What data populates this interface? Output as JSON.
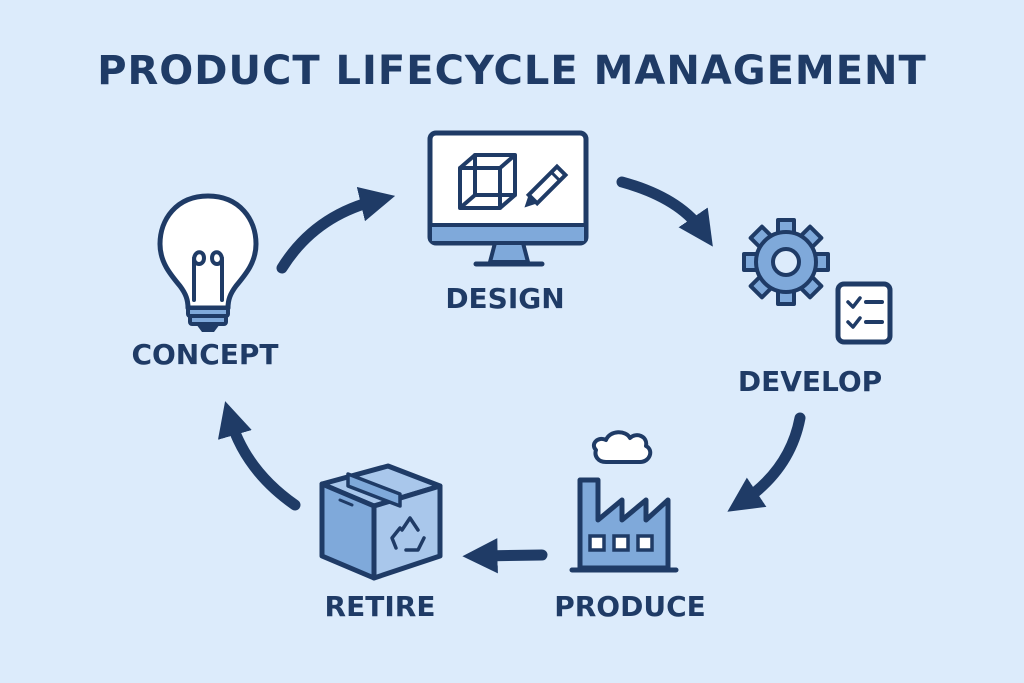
{
  "title": "PRODUCT LIFECYCLE MANAGEMENT",
  "colors": {
    "background": "#dcebfb",
    "ink": "#1f3b66",
    "fill": "#7fa9da",
    "fill_light": "#a9c7eb"
  },
  "stages": [
    {
      "label": "DESIGN",
      "icon": "monitor-cube-pencil-icon"
    },
    {
      "label": "DEVELOP",
      "icon": "gear-checklist-icon"
    },
    {
      "label": "PRODUCE",
      "icon": "factory-icon"
    },
    {
      "label": "RETIRE",
      "icon": "recycle-box-icon"
    },
    {
      "label": "CONCEPT",
      "icon": "lightbulb-icon"
    }
  ]
}
